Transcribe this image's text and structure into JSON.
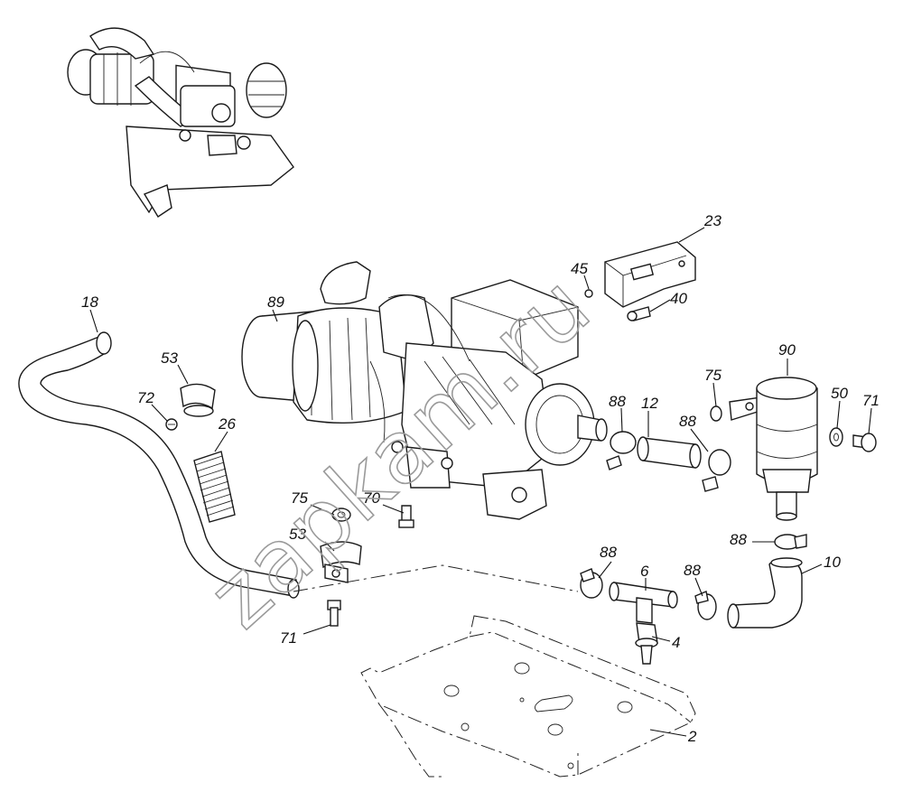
{
  "watermark": "zapkam.ru",
  "callouts": [
    {
      "id": "2",
      "text": "2"
    },
    {
      "id": "4",
      "text": "4"
    },
    {
      "id": "6",
      "text": "6"
    },
    {
      "id": "10",
      "text": "10"
    },
    {
      "id": "12",
      "text": "12"
    },
    {
      "id": "18",
      "text": "18"
    },
    {
      "id": "23",
      "text": "23"
    },
    {
      "id": "26",
      "text": "26"
    },
    {
      "id": "40",
      "text": "40"
    },
    {
      "id": "45",
      "text": "45"
    },
    {
      "id": "50",
      "text": "50"
    },
    {
      "id": "53a",
      "text": "53"
    },
    {
      "id": "53b",
      "text": "53"
    },
    {
      "id": "70",
      "text": "70"
    },
    {
      "id": "71a",
      "text": "71"
    },
    {
      "id": "71b",
      "text": "71"
    },
    {
      "id": "72",
      "text": "72"
    },
    {
      "id": "75a",
      "text": "75"
    },
    {
      "id": "75b",
      "text": "75"
    },
    {
      "id": "88a",
      "text": "88"
    },
    {
      "id": "88b",
      "text": "88"
    },
    {
      "id": "88c",
      "text": "88"
    },
    {
      "id": "88d",
      "text": "88"
    },
    {
      "id": "88e",
      "text": "88"
    },
    {
      "id": "89",
      "text": "89"
    },
    {
      "id": "90",
      "text": "90"
    }
  ]
}
